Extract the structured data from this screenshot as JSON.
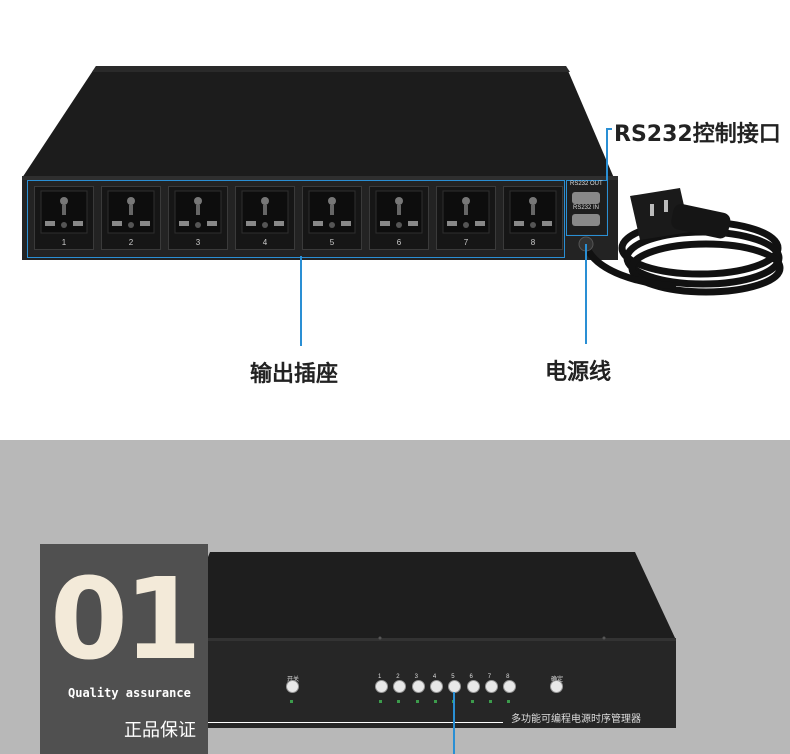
{
  "top": {
    "rs232_label": "RS232控制接口",
    "outlets_label": "输出插座",
    "power_label": "电源线",
    "outlet_numbers": [
      "1",
      "2",
      "3",
      "4",
      "5",
      "6",
      "7",
      "8"
    ],
    "port_out_label": "RS232 OUT",
    "port_in_label": "RS232 IN",
    "accent_color": "#2a8fd4"
  },
  "bottom": {
    "badge_number": "01",
    "badge_english": "Quality assurance",
    "badge_chinese": "正品保证",
    "power_switch_label": "开关",
    "channel_buttons": [
      "1",
      "2",
      "3",
      "4",
      "5",
      "6",
      "7",
      "8"
    ],
    "confirm_label": "确定",
    "device_name": "多功能可编程电源时序管理器"
  }
}
